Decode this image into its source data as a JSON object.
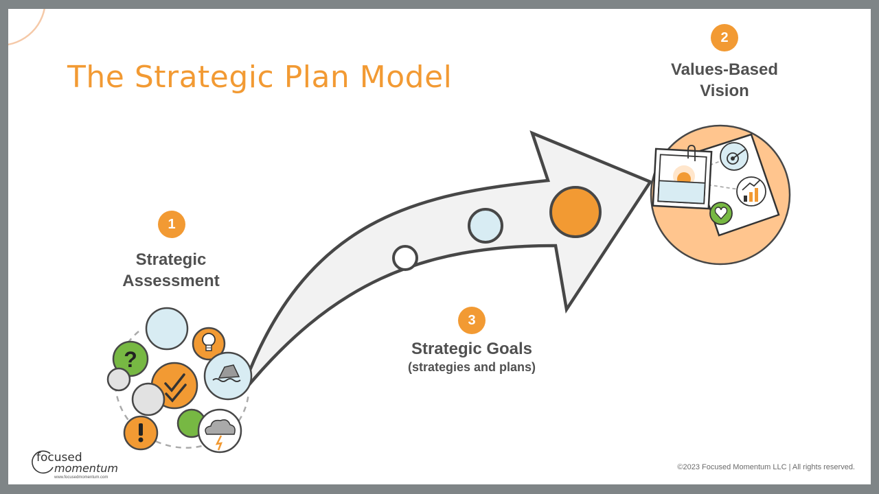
{
  "title": "The Strategic Plan Model",
  "steps": [
    {
      "number": "1",
      "label_line1": "Strategic",
      "label_line2": "Assessment"
    },
    {
      "number": "2",
      "label_line1": "Values-Based",
      "label_line2": "Vision"
    },
    {
      "number": "3",
      "label": "Strategic Goals",
      "sublabel": "(strategies and plans)"
    }
  ],
  "footer": "©2023 Focused Momentum LLC | All rights reserved.",
  "logo": {
    "word1": "focused",
    "word2": "momentum",
    "url": "www.focusedmomentum.com"
  },
  "colors": {
    "accent": "#f29a33",
    "light_blue": "#d8ecf3",
    "green": "#77b843",
    "gray": "#e2e2e2",
    "arrow_fill": "#f2f2f2",
    "outline": "#474747",
    "frame": "#7f8587"
  },
  "icons": [
    "question-icon",
    "lightbulb-icon",
    "checkmark-icon",
    "iceberg-icon",
    "exclamation-icon",
    "storm-cloud-icon",
    "target-icon",
    "growth-chart-icon",
    "heart-icon",
    "sunrise-photo-icon",
    "paperclip-icon"
  ]
}
